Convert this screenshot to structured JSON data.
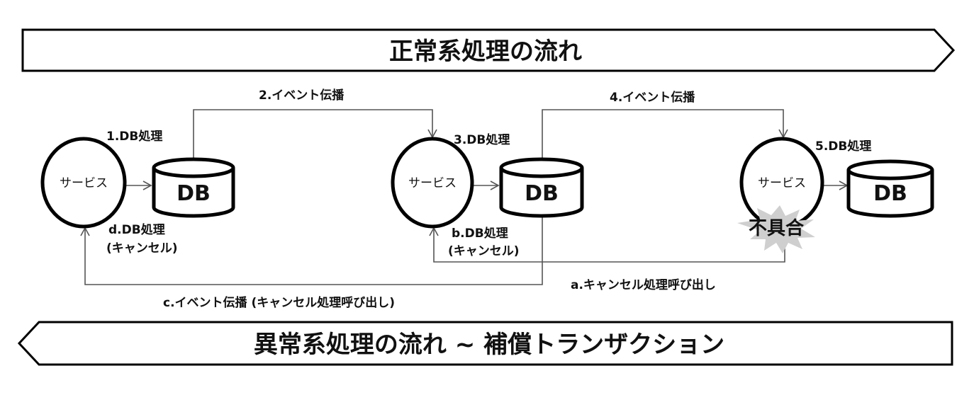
{
  "banners": {
    "normal_flow": "正常系処理の流れ",
    "error_flow": "異常系処理の流れ ~ 補償トランザクション"
  },
  "nodes": {
    "service": "サービス",
    "db": "DB",
    "failure": "不具合"
  },
  "steps": {
    "s1": "1.DB処理",
    "s2": "2.イベント伝播",
    "s3": "3.DB処理",
    "s4": "4.イベント伝播",
    "s5": "5.DB処理",
    "a": "a.キャンセル処理呼び出し",
    "b1": "b.DB処理",
    "b2": "(キャンセル)",
    "c": "c.イベント伝播 (キャンセル処理呼び出し)",
    "d1": "d.DB処理",
    "d2": "(キャンセル)"
  }
}
